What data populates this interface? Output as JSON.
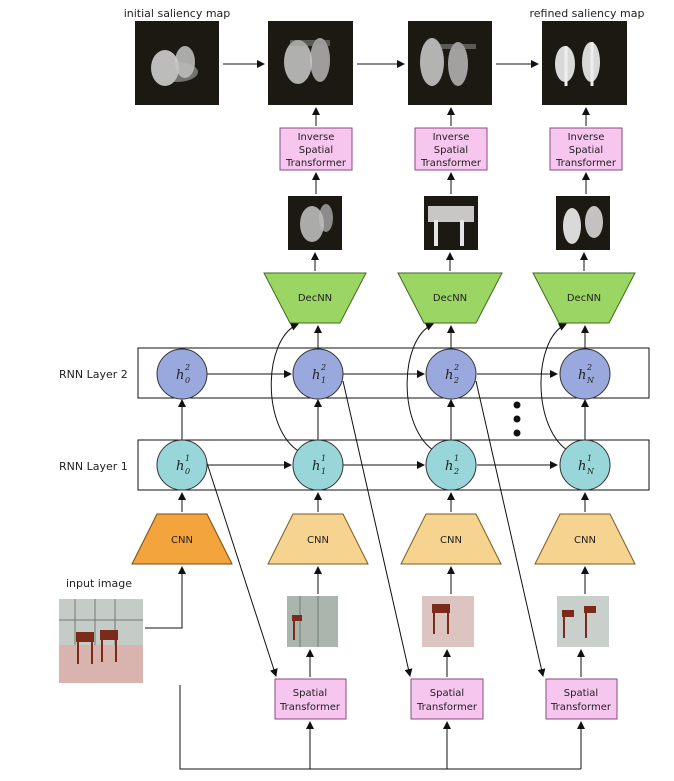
{
  "labels": {
    "initial_saliency": "initial saliency map",
    "refined_saliency": "refined saliency map",
    "input_image": "input image",
    "rnn_layer2": "RNN Layer 2",
    "rnn_layer1": "RNN Layer 1"
  },
  "blocks": {
    "inverse_spatial": [
      "Inverse",
      "Spatial",
      "Transformer"
    ],
    "spatial": [
      "Spatial",
      "Transformer"
    ],
    "decnn": "DecNN",
    "cnn": "CNN"
  },
  "nodes": {
    "layer2": [
      {
        "h": "h",
        "sup": "2",
        "sub": "0"
      },
      {
        "h": "h",
        "sup": "2",
        "sub": "1"
      },
      {
        "h": "h",
        "sup": "2",
        "sub": "2"
      },
      {
        "h": "h",
        "sup": "2",
        "sub": "N"
      }
    ],
    "layer1": [
      {
        "h": "h",
        "sup": "1",
        "sub": "0"
      },
      {
        "h": "h",
        "sup": "1",
        "sub": "1"
      },
      {
        "h": "h",
        "sup": "1",
        "sub": "2"
      },
      {
        "h": "h",
        "sup": "1",
        "sub": "N"
      }
    ]
  },
  "colors": {
    "rnn2_node": "#9aa9dd",
    "rnn1_node": "#98d6da",
    "cnn_first": "#f3a43c",
    "cnn": "#f6d38f",
    "decnn": "#9bd664",
    "transformer": "#f6c6ef",
    "transformer_border": "#8a4a86"
  }
}
